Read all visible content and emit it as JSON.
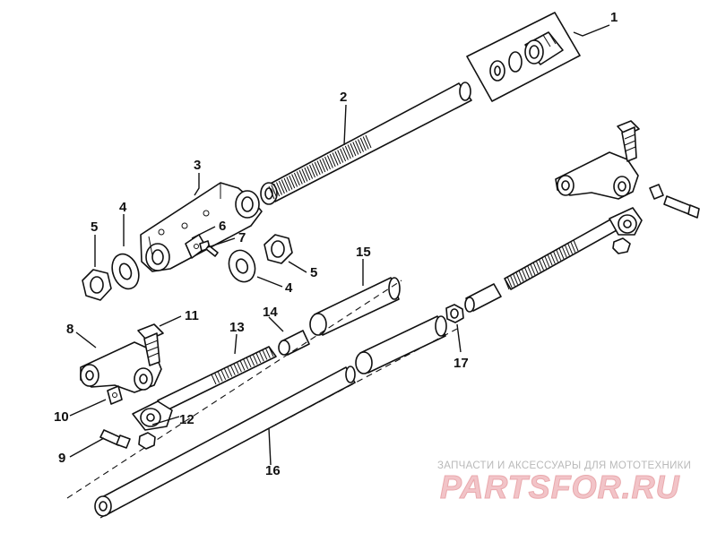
{
  "callouts": [
    {
      "id": "c1",
      "label": "1"
    },
    {
      "id": "c2",
      "label": "2"
    },
    {
      "id": "c3",
      "label": "3"
    },
    {
      "id": "c4a",
      "label": "4"
    },
    {
      "id": "c4b",
      "label": "4"
    },
    {
      "id": "c5a",
      "label": "5"
    },
    {
      "id": "c5b",
      "label": "5"
    },
    {
      "id": "c6",
      "label": "6"
    },
    {
      "id": "c7",
      "label": "7"
    },
    {
      "id": "c8",
      "label": "8"
    },
    {
      "id": "c9",
      "label": "9"
    },
    {
      "id": "c10",
      "label": "10"
    },
    {
      "id": "c11",
      "label": "11"
    },
    {
      "id": "c12",
      "label": "12"
    },
    {
      "id": "c13",
      "label": "13"
    },
    {
      "id": "c14",
      "label": "14"
    },
    {
      "id": "c15",
      "label": "15"
    },
    {
      "id": "c16",
      "label": "16"
    },
    {
      "id": "c17",
      "label": "17"
    }
  ],
  "watermark": {
    "subtitle": "ЗАПЧАСТИ И АКСЕССУАРЫ ДЛЯ МОТОТЕХНИКИ",
    "logo": "PARTSFOR.RU"
  }
}
